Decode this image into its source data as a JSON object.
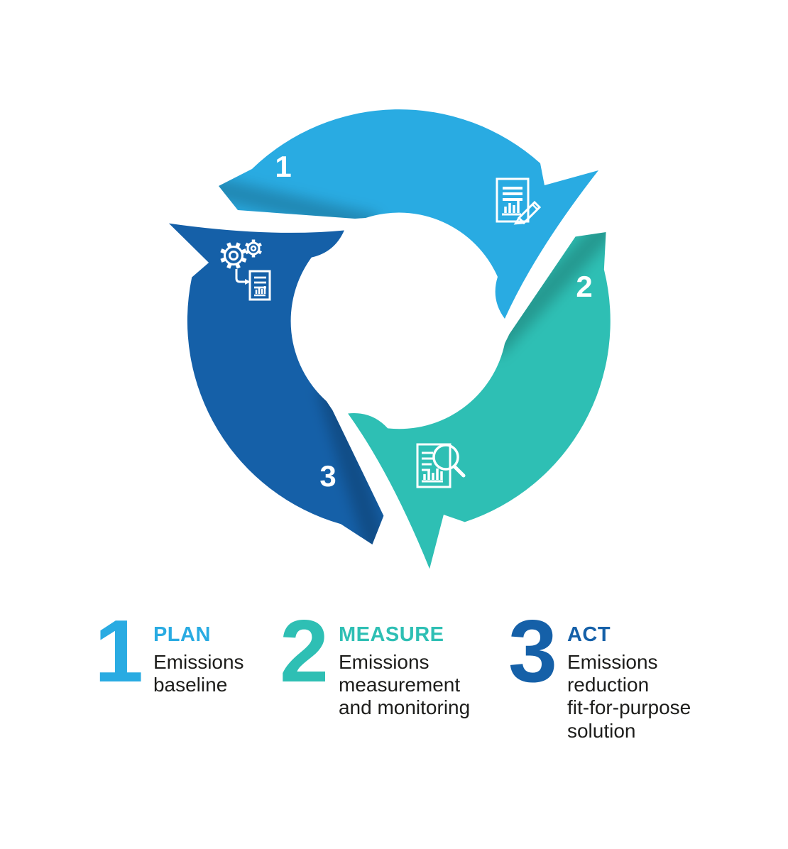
{
  "colors": {
    "plan_blue": "#29ABE2",
    "measure_teal": "#2EBFB4",
    "act_blue": "#1560A8",
    "text_dark": "#1D1D1B",
    "icon_stroke": "#FFFFFF",
    "background": "#FFFFFF"
  },
  "cycle": {
    "segments": [
      {
        "number": "1",
        "name": "plan",
        "color": "#29ABE2",
        "icon": "report-pencil-icon"
      },
      {
        "number": "2",
        "name": "measure",
        "color": "#2EBFB4",
        "icon": "report-magnifier-icon"
      },
      {
        "number": "3",
        "name": "act",
        "color": "#1560A8",
        "icon": "gears-report-icon"
      }
    ]
  },
  "legend": {
    "items": [
      {
        "number": "1",
        "title": "PLAN",
        "color": "#29ABE2",
        "lines": [
          "Emissions",
          "baseline"
        ]
      },
      {
        "number": "2",
        "title": "MEASURE",
        "color": "#2EBFB4",
        "lines": [
          "Emissions",
          "measurement",
          "and monitoring"
        ]
      },
      {
        "number": "3",
        "title": "ACT",
        "color": "#1560A8",
        "lines": [
          "Emissions",
          "reduction",
          "fit-for-purpose",
          "solution"
        ]
      }
    ]
  }
}
